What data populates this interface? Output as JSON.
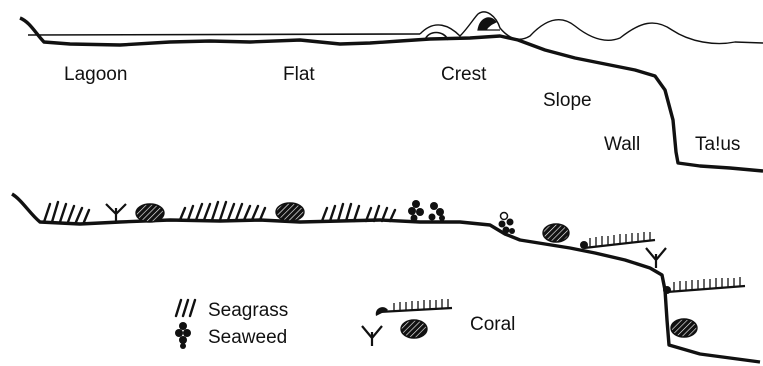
{
  "profile": {
    "zones": {
      "lagoon": "Lagoon",
      "flat": "Flat",
      "crest": "Crest",
      "slope": "Slope",
      "wall": "Wall",
      "talus": "Ta!us"
    }
  },
  "legend": {
    "seagrass": "Seagrass",
    "seaweed": "Seaweed",
    "coral": "Coral"
  },
  "colors": {
    "ink": "#111111",
    "background": "#ffffff"
  }
}
